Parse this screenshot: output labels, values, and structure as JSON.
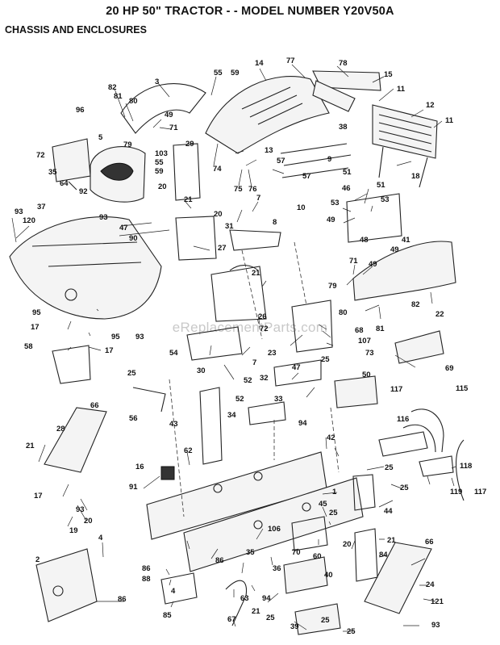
{
  "title": "20 HP 50\" TRACTOR - - MODEL NUMBER Y20V50A",
  "subtitle": "CHASSIS AND ENCLOSURES",
  "watermark": "eReplacementParts.com",
  "callouts": [
    "1",
    "2",
    "3",
    "4",
    "4",
    "5",
    "8",
    "9",
    "10",
    "11",
    "11",
    "12",
    "13",
    "14",
    "15",
    "16",
    "17",
    "17",
    "17",
    "18",
    "19",
    "20",
    "20",
    "20",
    "21",
    "21",
    "21",
    "21",
    "22",
    "23",
    "24",
    "25",
    "25",
    "25",
    "25",
    "25",
    "25",
    "26",
    "27",
    "28",
    "29",
    "30",
    "31",
    "32",
    "33",
    "34",
    "35",
    "35",
    "36",
    "37",
    "38",
    "39",
    "40",
    "41",
    "42",
    "43",
    "44",
    "45",
    "46",
    "47",
    "47",
    "48",
    "49",
    "49",
    "49",
    "50",
    "51",
    "51",
    "52",
    "52",
    "53",
    "53",
    "54",
    "55",
    "55",
    "56",
    "57",
    "57",
    "58",
    "59",
    "59",
    "60",
    "62",
    "63",
    "64",
    "66",
    "66",
    "67",
    "68",
    "69",
    "70",
    "71",
    "71",
    "72",
    "72",
    "73",
    "74",
    "75",
    "76",
    "77",
    "78",
    "79",
    "79",
    "80",
    "80",
    "81",
    "81",
    "82",
    "82",
    "84",
    "85",
    "86",
    "86",
    "86",
    "88",
    "90",
    "91",
    "92",
    "93",
    "93",
    "93",
    "93",
    "93",
    "94",
    "94",
    "95",
    "95",
    "96",
    "103",
    "106",
    "107",
    "115",
    "116",
    "117",
    "117",
    "118",
    "119",
    "120",
    "121"
  ]
}
